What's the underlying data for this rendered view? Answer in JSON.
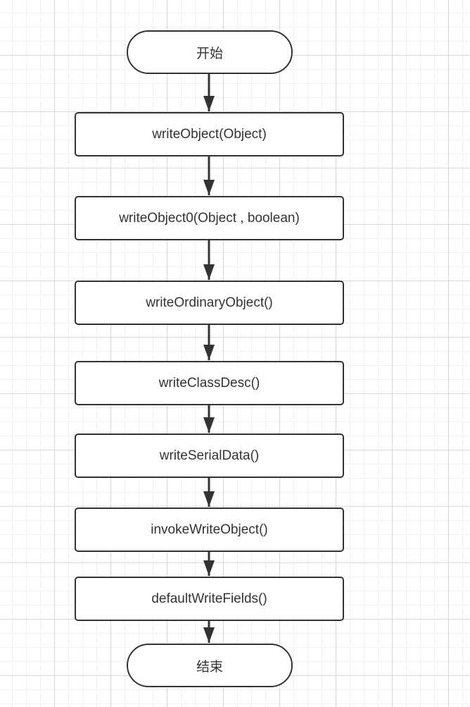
{
  "flowchart": {
    "start": "开始",
    "steps": [
      "writeObject(Object)",
      "writeObject0(Object , boolean)",
      "writeOrdinaryObject()",
      "writeClassDesc()",
      "writeSerialData()",
      "invokeWriteObject()",
      "defaultWriteFields()"
    ],
    "end": "结束"
  },
  "colors": {
    "stroke": "#333333",
    "fill": "#ffffff",
    "grid_major": "#d9d9d9",
    "grid_minor": "#f0f0f0"
  }
}
